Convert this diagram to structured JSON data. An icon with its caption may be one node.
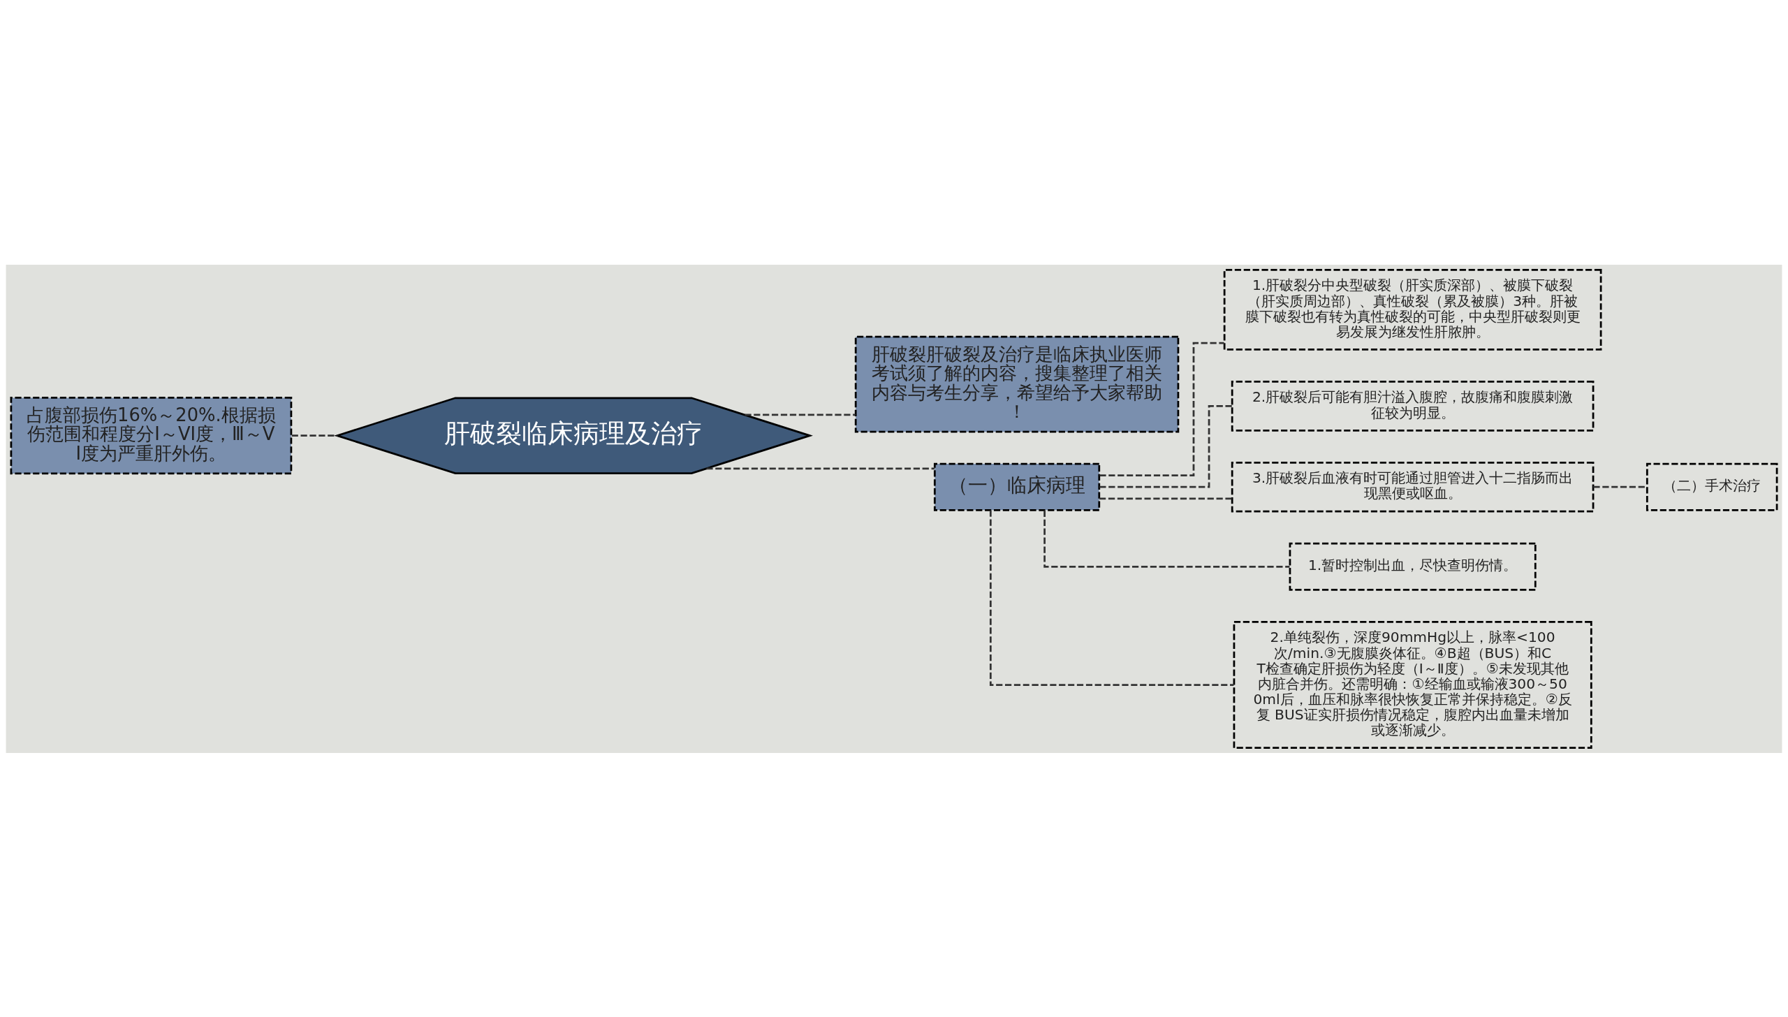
{
  "diagram": {
    "nodes": [
      {
        "text": [
          "肝破裂临床病理及治疗"
        ]
      },
      {
        "text": [
          "占腹部损伤16%～20%.根据损伤范围和程度分Ⅰ～VI度，Ⅲ～VI度为严重肝外伤。"
        ]
      },
      {
        "text": [
          "肝破裂肝破裂及治疗是临床执业医师考试须了解的内容，搜集整理了相关内容与考生分享，希望给予大家帮助！"
        ]
      },
      {
        "text": [
          "（一）临床病理"
        ]
      },
      {
        "text": [
          "1.肝破裂分中央型破裂（肝实质深部）、被膜下破裂（肝实质周边部）、真性破裂（累及被膜）3种。肝被膜下破裂也有转为真性破裂的可能，中央型肝破裂则更易发展为继发性肝脓肿。"
        ]
      },
      {
        "text": [
          "2.肝破裂后可能有胆汁溢入腹腔，故腹痛和腹膜刺激征较为明显。"
        ]
      },
      {
        "text": [
          "3.肝破裂后血液有时可能通过胆管进入十二指肠而出现黑便或呕血。"
        ]
      },
      {
        "text": [
          "1.暂时控制出血，尽快查明伤情。"
        ]
      },
      {
        "text": [
          "2.单纯裂伤，深度90mmHg以上，脉率<100次/min.③无腹膜炎体征。④B超（BUS）和CT检查确定肝损伤为轻度（Ⅰ～Ⅱ度）。⑤未发现其他内脏合并伤。还需明确：①经输血或输液300～500ml后，血压和脉率很快恢复正常并保持稳定。②反复 BUS证实肝损伤情况稳定，腹腔内出血量未增加或逐渐减少。"
        ]
      },
      {
        "text": [
          "（二）手术治疗"
        ]
      }
    ],
    "edges": [
      {
        "from": 0,
        "to": 1,
        "arrow": "none",
        "style": "dashed"
      },
      {
        "from": 0,
        "to": 2,
        "arrow": "none",
        "style": "dashed"
      },
      {
        "from": 0,
        "to": 3,
        "arrow": "none",
        "style": "dashed"
      },
      {
        "from": 3,
        "to": 4,
        "arrow": "none",
        "style": "dashed"
      },
      {
        "from": 3,
        "to": 5,
        "arrow": "none",
        "style": "dashed"
      },
      {
        "from": 3,
        "to": 6,
        "arrow": "none",
        "style": "dashed"
      },
      {
        "from": 3,
        "to": 7,
        "arrow": "none",
        "style": "dashed"
      },
      {
        "from": 3,
        "to": 8,
        "arrow": "none",
        "style": "dashed"
      },
      {
        "from": 6,
        "to": 9,
        "arrow": "none",
        "style": "dashed"
      }
    ]
  }
}
